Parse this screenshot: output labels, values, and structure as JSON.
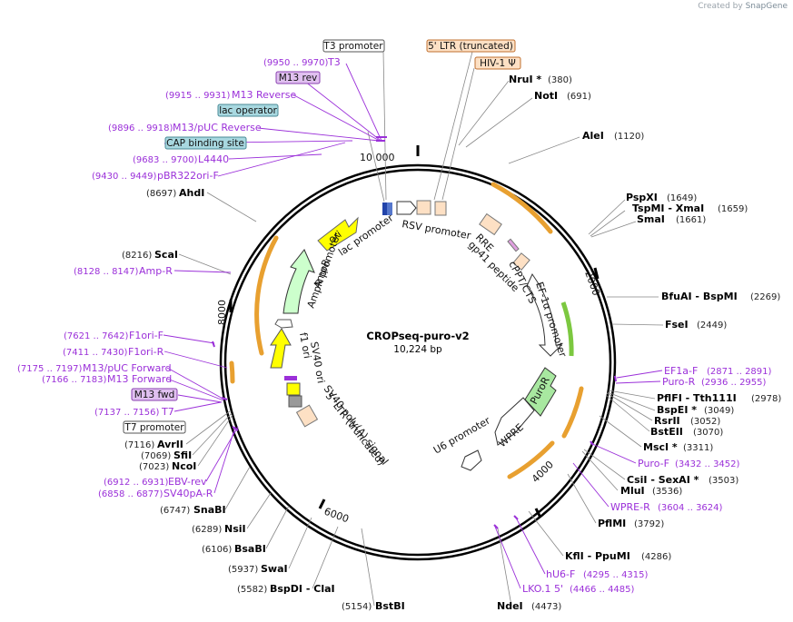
{
  "credit": {
    "prefix": "Created by",
    "brand": "SnapGene"
  },
  "plasmid": {
    "name": "CROPseq-puro-v2",
    "length": "10,224 bp"
  },
  "ticks": [
    "10 000",
    "2000",
    "4000",
    "6000",
    "8000"
  ],
  "enzymes": [
    {
      "name": "NruI *",
      "pos": "(380)"
    },
    {
      "name": "NotI",
      "pos": "(691)"
    },
    {
      "name": "AleI",
      "pos": "(1120)"
    },
    {
      "name": "PspXI",
      "pos": "(1649)"
    },
    {
      "name": "TspMI  - XmaI",
      "pos": "(1659)"
    },
    {
      "name": "SmaI",
      "pos": "(1661)"
    },
    {
      "name": "BfuAI  - BspMI",
      "pos": "(2269)"
    },
    {
      "name": "FseI",
      "pos": "(2449)"
    },
    {
      "name": "PflFI  - Tth111I",
      "pos": "(2978)"
    },
    {
      "name": "BspEI *",
      "pos": "(3049)"
    },
    {
      "name": "RsrII",
      "pos": "(3052)"
    },
    {
      "name": "BstEII",
      "pos": "(3070)"
    },
    {
      "name": "MscI *",
      "pos": "(3311)"
    },
    {
      "name": "CsiI  - SexAI *",
      "pos": "(3503)"
    },
    {
      "name": "MluI",
      "pos": "(3536)"
    },
    {
      "name": "PflMI",
      "pos": "(3792)"
    },
    {
      "name": "KflI  - PpuMI",
      "pos": "(4286)"
    },
    {
      "name": "NdeI",
      "pos": "(4473)"
    },
    {
      "name": "BstBI",
      "pos": "(5154)"
    },
    {
      "name": "BspDI  - ClaI",
      "pos": "(5582)"
    },
    {
      "name": "SwaI",
      "pos": "(5937)"
    },
    {
      "name": "BsaBI",
      "pos": "(6106)"
    },
    {
      "name": "NsiI",
      "pos": "(6289)"
    },
    {
      "name": "SnaBI",
      "pos": "(6747)"
    },
    {
      "name": "NcoI",
      "pos": "(7023)"
    },
    {
      "name": "SfiI",
      "pos": "(7069)"
    },
    {
      "name": "AvrII",
      "pos": "(7116)"
    },
    {
      "name": "ScaI",
      "pos": "(8216)"
    },
    {
      "name": "AhdI",
      "pos": "(8697)"
    }
  ],
  "primers": [
    {
      "name": "T3",
      "pos": "(9950 .. 9970)"
    },
    {
      "name": "M13 Reverse",
      "pos": "(9915 .. 9931)"
    },
    {
      "name": "M13/pUC Reverse",
      "pos": "(9896 .. 9918)"
    },
    {
      "name": "L4440",
      "pos": "(9683 .. 9700)"
    },
    {
      "name": "pBR322ori-F",
      "pos": "(9430 .. 9449)"
    },
    {
      "name": "Amp-R",
      "pos": "(8128 .. 8147)"
    },
    {
      "name": "F1ori-F",
      "pos": "(7621 .. 7642)"
    },
    {
      "name": "F1ori-R",
      "pos": "(7411 .. 7430)"
    },
    {
      "name": "M13/pUC Forward",
      "pos": "(7175 .. 7197)"
    },
    {
      "name": "M13 Forward",
      "pos": "(7166 .. 7183)"
    },
    {
      "name": "T7",
      "pos": "(7137 .. 7156)"
    },
    {
      "name": "EBV-rev",
      "pos": "(6912 .. 6931)"
    },
    {
      "name": "SV40pA-R",
      "pos": "(6858 .. 6877)"
    },
    {
      "name": "EF1a-F",
      "pos": "(2871 .. 2891)"
    },
    {
      "name": "Puro-R",
      "pos": "(2936 .. 2955)"
    },
    {
      "name": "Puro-F",
      "pos": "(3432 .. 3452)"
    },
    {
      "name": "WPRE-R",
      "pos": "(3604 .. 3624)"
    },
    {
      "name": "hU6-F",
      "pos": "(4295 .. 4315)"
    },
    {
      "name": "LKO.1 5'",
      "pos": "(4466 .. 4485)"
    }
  ],
  "boxed": {
    "t3_promoter": "T3 promoter",
    "ltr_trunc": "5' LTR (truncated)",
    "hiv_psi": "HIV-1 Ψ",
    "m13_rev": "M13 rev",
    "lac_operator": "lac operator",
    "cap_site": "CAP binding site",
    "m13_fwd": "M13 fwd",
    "t7_promoter": "T7 promoter"
  },
  "features": {
    "rsv_promoter": "RSV promoter",
    "rre": "RRE",
    "gp41": "gp41 peptide",
    "cppt": "cPPT/CTS",
    "ef1a": "EF-1α promoter",
    "puror": "PuroR",
    "wpre": "WPRE",
    "u6": "U6 promoter",
    "ltr3": "5' LTR (truncated)",
    "sv40pa": "SV40 poly(A) signal",
    "sv40ori": "SV40 ori",
    "f1ori": "f1 ori",
    "ampr_prom": "AmpR promoter",
    "ampr": "AmpR",
    "ori": "ori",
    "lac_prom": "lac promoter"
  },
  "colors": {
    "purple": "#9b30d9",
    "ori_yellow": "#ffff00",
    "ampr_green": "#ccffcc",
    "puror_green": "#a8e8a0",
    "ltr_peach": "#fde0c4",
    "lac_blue": "#a8d8e0",
    "orf_orange": "#e8a030"
  }
}
